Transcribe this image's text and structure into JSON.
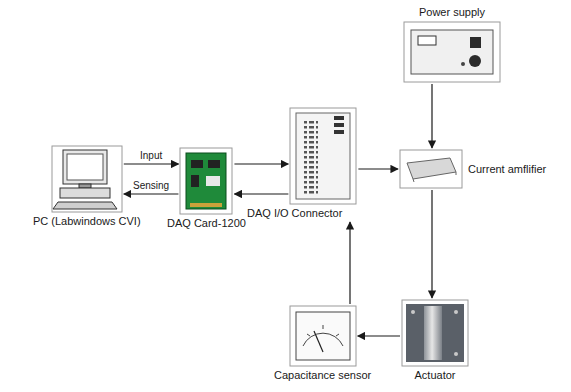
{
  "diagram": {
    "nodes": [
      {
        "text": [
          "Power supply"
        ]
      },
      {
        "text": [
          "PC (Labwindows CVI)"
        ]
      },
      {
        "text": [
          "DAQ Card-1200"
        ]
      },
      {
        "text": [
          "DAQ I/O Connector"
        ]
      },
      {
        "text": [
          "Current amflifier"
        ]
      },
      {
        "text": [
          "Capacitance sensor"
        ]
      },
      {
        "text": [
          "Actuator"
        ]
      }
    ],
    "edges": [
      {
        "from": 1,
        "to": 2,
        "arrow": "to",
        "label": "Input"
      },
      {
        "from": 2,
        "to": 1,
        "arrow": "to",
        "label": "Sensing"
      },
      {
        "from": 2,
        "to": 3,
        "arrow": "to"
      },
      {
        "from": 3,
        "to": 2,
        "arrow": "to"
      },
      {
        "from": 3,
        "to": 4,
        "arrow": "to"
      },
      {
        "from": 0,
        "to": 4,
        "arrow": "to"
      },
      {
        "from": 4,
        "to": 6,
        "arrow": "to"
      },
      {
        "from": 6,
        "to": 5,
        "arrow": "to"
      },
      {
        "from": 5,
        "to": 3,
        "arrow": "to"
      }
    ]
  }
}
